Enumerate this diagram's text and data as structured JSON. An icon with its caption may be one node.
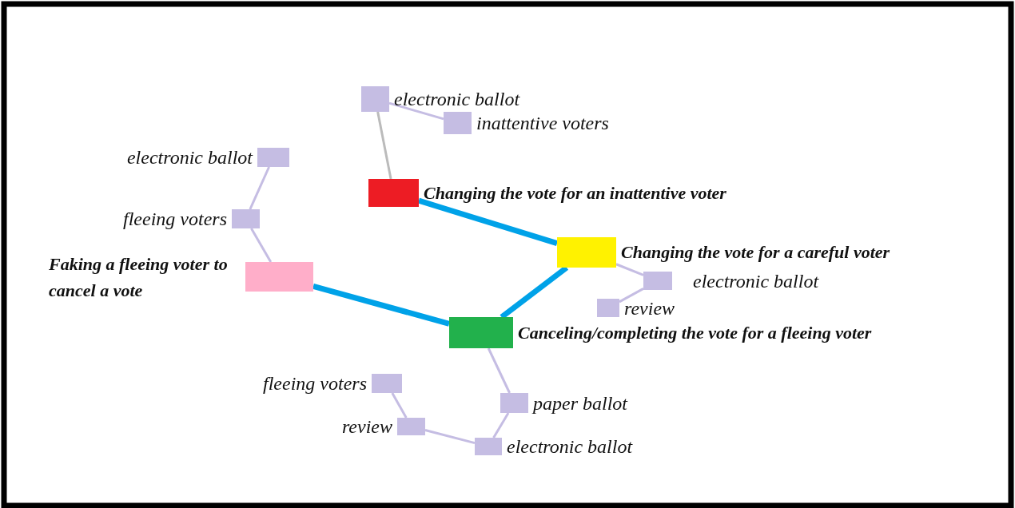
{
  "diagram": {
    "nodes": [
      {
        "text": [
          "electronic ballot"
        ]
      },
      {
        "text": [
          "inattentive voters"
        ]
      },
      {
        "text": [
          "Changing the vote for an inattentive voter"
        ]
      },
      {
        "text": [
          "electronic ballot"
        ]
      },
      {
        "text": [
          "fleeing voters"
        ]
      },
      {
        "text": [
          "Faking a fleeing voter to cancel a vote"
        ]
      },
      {
        "text": [
          "Changing the vote for a careful voter"
        ]
      },
      {
        "text": [
          "electronic ballot"
        ]
      },
      {
        "text": [
          "review"
        ]
      },
      {
        "text": [
          "Canceling/completing the vote for a fleeing voter"
        ]
      },
      {
        "text": [
          "fleeing voters"
        ]
      },
      {
        "text": [
          "review"
        ]
      },
      {
        "text": [
          "paper ballot"
        ]
      },
      {
        "text": [
          "electronic ballot"
        ]
      }
    ],
    "edges": [
      {
        "from": 0,
        "to": 1,
        "arrow": "none"
      },
      {
        "from": 0,
        "to": 2,
        "arrow": "none",
        "color": "#bbbbbb"
      },
      {
        "from": 2,
        "to": 6,
        "arrow": "none",
        "style": "thick",
        "color": "#00a2e8"
      },
      {
        "from": 5,
        "to": 9,
        "arrow": "none",
        "style": "thick",
        "color": "#00a2e8"
      },
      {
        "from": 9,
        "to": 6,
        "arrow": "none",
        "style": "thick",
        "color": "#00a2e8"
      },
      {
        "from": 3,
        "to": 4,
        "arrow": "none"
      },
      {
        "from": 4,
        "to": 5,
        "arrow": "none"
      },
      {
        "from": 6,
        "to": 7,
        "arrow": "none"
      },
      {
        "from": 7,
        "to": 8,
        "arrow": "none"
      },
      {
        "from": 9,
        "to": 12,
        "arrow": "none"
      },
      {
        "from": 12,
        "to": 13,
        "arrow": "none"
      },
      {
        "from": 13,
        "to": 11,
        "arrow": "none"
      },
      {
        "from": 11,
        "to": 10,
        "arrow": "none"
      }
    ]
  }
}
